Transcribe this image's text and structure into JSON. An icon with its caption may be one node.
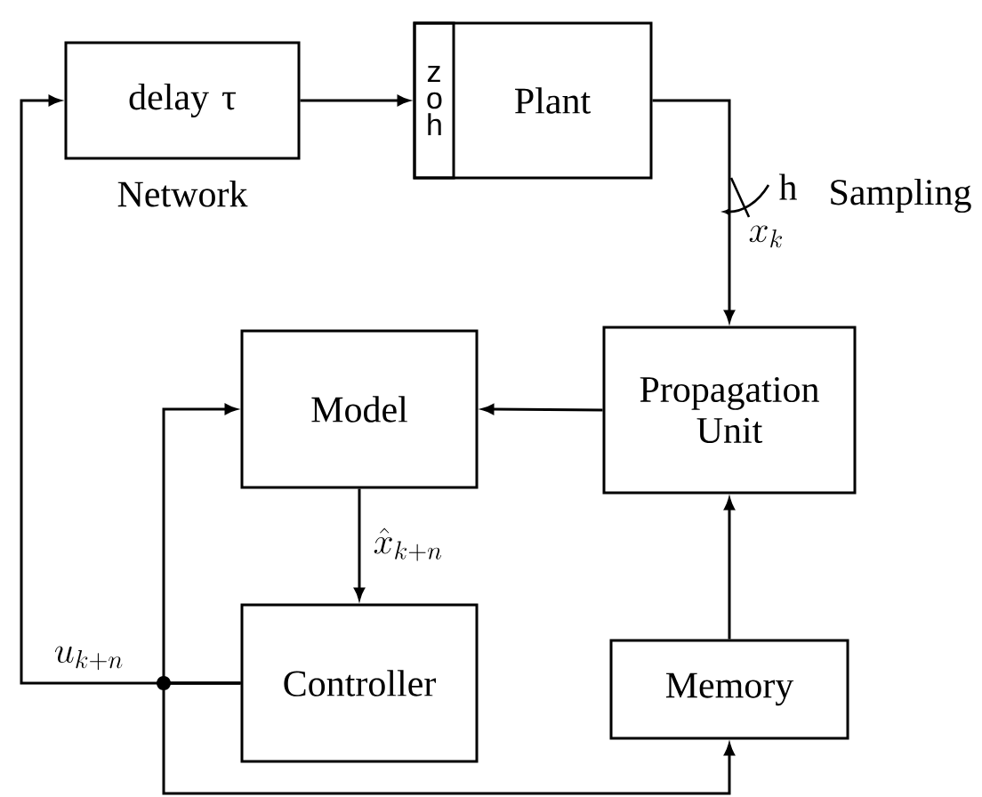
{
  "diagram": {
    "nodes": [
      {
        "text": [
          "delay τ"
        ],
        "beside": [
          "Network"
        ]
      },
      {
        "text": [
          "Plant"
        ]
      },
      {
        "text": [
          "z o h"
        ],
        "in": 1
      },
      {
        "text": [
          "Propagation Unit"
        ]
      },
      {
        "text": [
          "Model"
        ]
      },
      {
        "text": [
          "Controller"
        ]
      },
      {
        "text": [
          "Memory"
        ]
      }
    ],
    "edges": [
      {
        "from": 0,
        "to": 2,
        "arrow": "to"
      },
      {
        "from": 1,
        "to": 3,
        "arrow": "to",
        "label": "x_k"
      },
      {
        "from": 3,
        "to": 4,
        "arrow": "to"
      },
      {
        "from": 4,
        "to": 5,
        "arrow": "to",
        "label": "\\hat{x}_{k+n}"
      },
      {
        "from": 6,
        "to": 3,
        "arrow": "to"
      },
      {
        "from": 5,
        "to": 0,
        "arrow": "to",
        "label": "u_{k+n}"
      },
      {
        "from": 5,
        "to": 4,
        "arrow": "to"
      },
      {
        "from": 5,
        "to": 6,
        "arrow": "to"
      }
    ],
    "labels": [
      "h",
      "Sampling"
    ]
  }
}
